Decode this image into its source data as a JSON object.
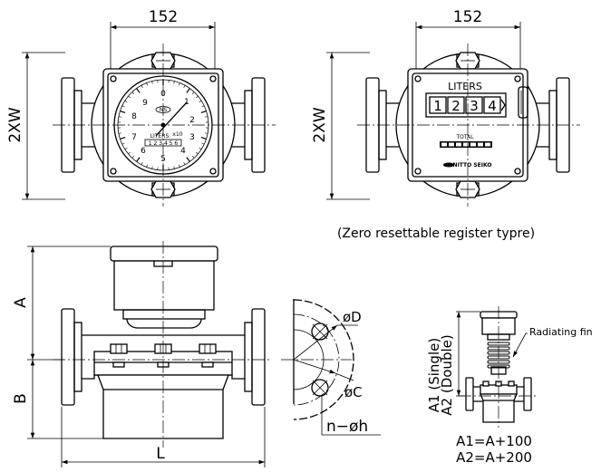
{
  "dimensions": {
    "width_top_left": "152",
    "width_top_right": "152",
    "height_left": "2XW",
    "height_right": "2XW",
    "a": "A",
    "b": "B",
    "length": "L",
    "flange_d": "øD",
    "flange_c": "øC",
    "holes": "n−øh",
    "a1": "A1 (Single)",
    "a2": "A2 (Double)"
  },
  "dial_register": {
    "numbers": [
      "0",
      "1",
      "2",
      "3",
      "4",
      "5",
      "6",
      "7",
      "8",
      "9"
    ],
    "brand_mark": "NS",
    "unit": "LITERS",
    "multiplier": "x10",
    "counter": "1 2 3 4 5 6"
  },
  "zero_register": {
    "unit": "LITERS",
    "digits": [
      "1",
      "2",
      "3",
      "4"
    ],
    "total_label": "TOTAL",
    "brand": "NITTO SEIKO"
  },
  "caption": "(Zero resettable register typre)",
  "radiating_fin_label": "Radiating fin",
  "formulas": [
    "A1=A+100",
    "A2=A+200"
  ]
}
